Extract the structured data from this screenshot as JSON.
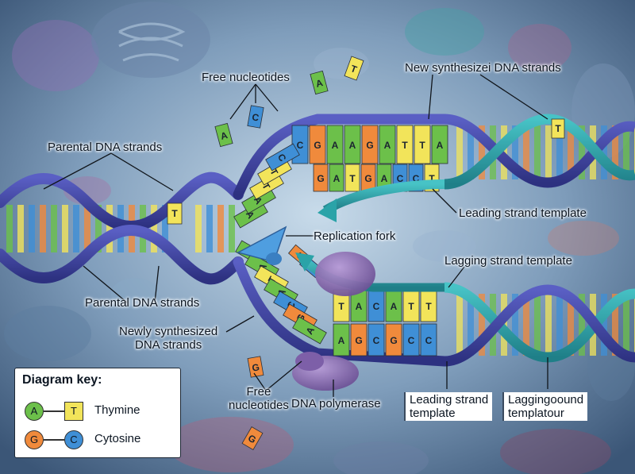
{
  "labels": {
    "free_nucleotides_top": "Free nucleotides",
    "new_synthesized_strands": "New synthesizei DNA strands",
    "parental_strands_top": "Parental DNA strands",
    "leading_template_right": "Leading strand template",
    "replication_fork": "Replication fork",
    "lagging_template_right": "Lagging strand template",
    "parental_strands_bottom": "Parental DNA strands",
    "newly_synthesized": "Newly synthesized\nDNA strands",
    "free_nucleotides_bottom": "Free\nnucleotides",
    "dna_polymerase": "DNA polymerase",
    "leading_template_box": "Leading strand\ntemplate",
    "lagging_template_box": "Laggingoound\ntemplatour"
  },
  "upper_template_bases": [
    "C",
    "G",
    "A",
    "A",
    "G",
    "A",
    "T",
    "T",
    "A"
  ],
  "upper_new_bases": [
    "G",
    "A",
    "T",
    "G",
    "A",
    "C",
    "C",
    "T"
  ],
  "upper_arm_bases": [
    "A",
    "A",
    "T",
    "T",
    "C"
  ],
  "lower_template_bases": [
    "T",
    "A",
    "C",
    "A",
    "T",
    "T"
  ],
  "lower_new_bases": [
    "A",
    "G",
    "C",
    "G",
    "C",
    "C"
  ],
  "lower_arm_bases": [
    "A",
    "A",
    "T",
    "A",
    "C",
    "G",
    "A"
  ],
  "lower_arm_inner_bases": [
    "G",
    "C"
  ],
  "parental_marked_base": "T",
  "upper_right_marked_base": "T",
  "free_nucleotides_top_bases": [
    "A",
    "C",
    "A",
    "T"
  ],
  "free_nucleotides_bottom_bases": [
    "G",
    "G"
  ],
  "key": {
    "title": "Diagram key:",
    "pair1_left": "A",
    "pair1_right": "T",
    "pair1_name": "Thymine",
    "pair2_left": "G",
    "pair2_right": "C",
    "pair2_name": "Cytosine"
  },
  "colors": {
    "A": "#6cc04a",
    "T": "#f2e45a",
    "G": "#f08a3c",
    "C": "#3f8fd6",
    "parental_strand": "#3a3f9e",
    "new_strand": "#2aa3a8",
    "polymerase": "#8a6bb0"
  }
}
